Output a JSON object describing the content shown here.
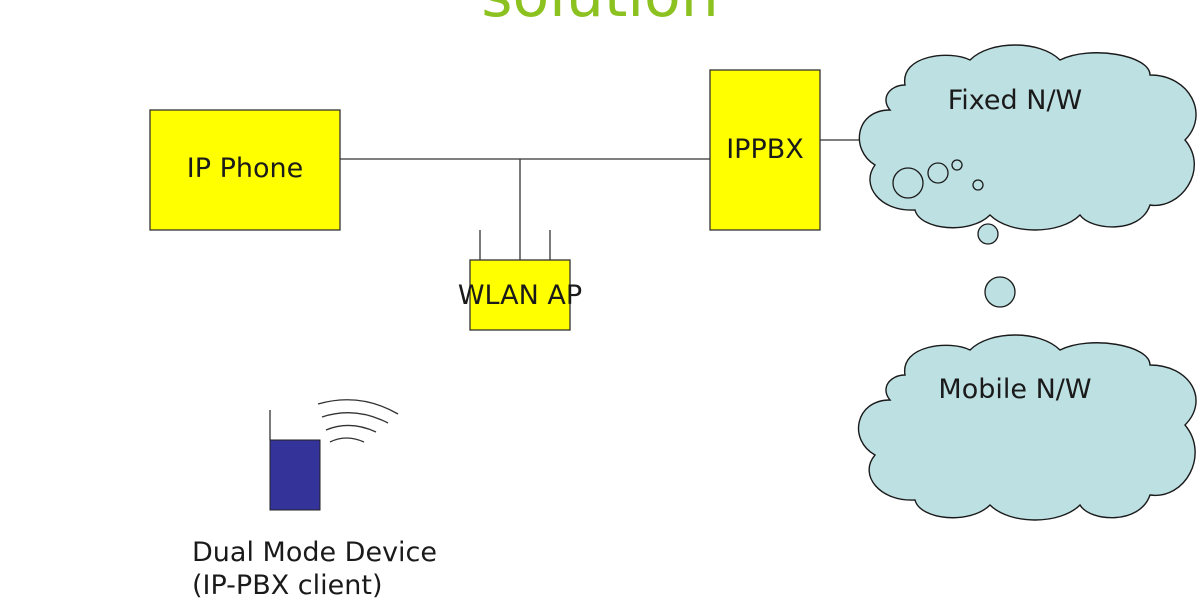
{
  "slide": {
    "title": "solution"
  },
  "nodes": {
    "ip_phone": "IP Phone",
    "ippbx": "IPPBX",
    "wlan_ap": "WLAN AP",
    "fixed_network": "Fixed N/W",
    "mobile_network": "Mobile N/W",
    "device_line1": "Dual Mode Device",
    "device_line2": "(IP-PBX client)"
  },
  "colors": {
    "title": "#8cc21f",
    "box_fill": "#ffff00",
    "box_stroke": "#333333",
    "cloud_fill": "#bde0e3",
    "cloud_stroke": "#1a1a1a",
    "device_fill": "#333399"
  }
}
